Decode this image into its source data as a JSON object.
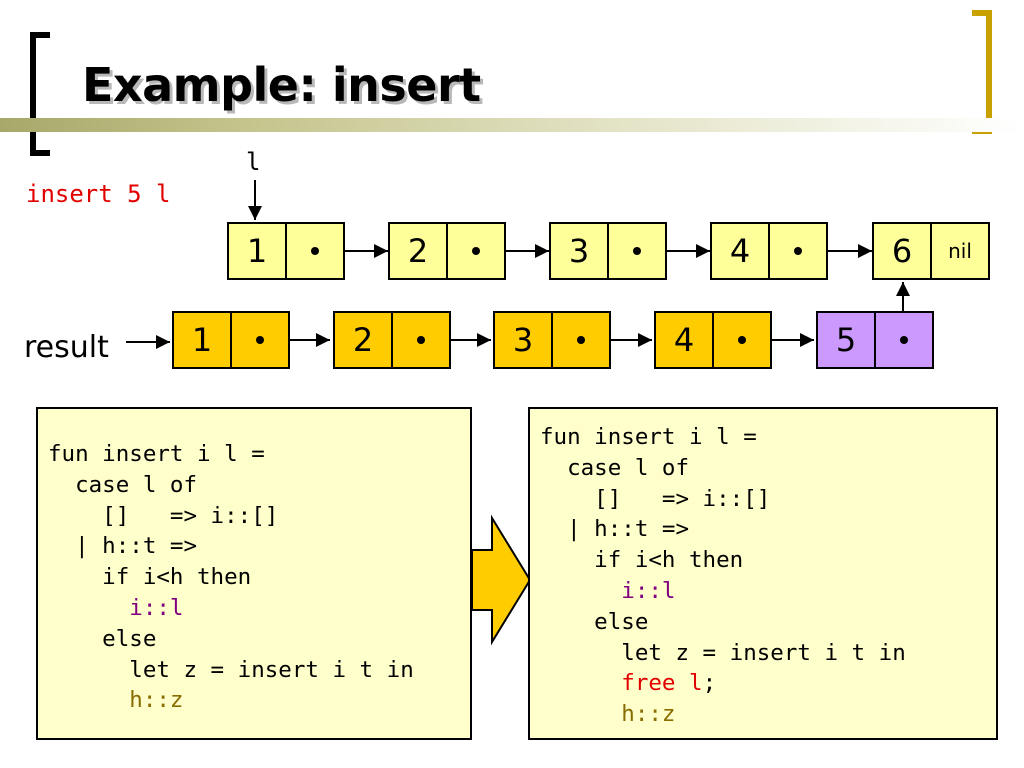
{
  "slide": {
    "title": "Example: insert",
    "caption": "insert 5 l",
    "pointer_label": "l",
    "result_label": "result"
  },
  "colors": {
    "bracket_left": "#000000",
    "bracket_right": "#c9a100",
    "original_node": "#ffff99",
    "result_node": "#ffcc00",
    "inserted_node": "#cc99ff",
    "code_background": "#ffffcc",
    "caption": "#e00000"
  },
  "list_original": {
    "nodes": [
      {
        "value": "1"
      },
      {
        "value": "2"
      },
      {
        "value": "3"
      },
      {
        "value": "4"
      },
      {
        "value": "6",
        "next_label": "nil"
      }
    ]
  },
  "list_result": {
    "nodes": [
      {
        "value": "1"
      },
      {
        "value": "2"
      },
      {
        "value": "3"
      },
      {
        "value": "4"
      },
      {
        "value": "5"
      }
    ]
  },
  "code_left": {
    "lines": [
      "fun insert i l =",
      "  case l of",
      "    []   => i::[]",
      "  | h::t =>",
      "    if i<h then",
      "      i::l",
      "    else",
      "      let z = insert i t in",
      "      h::z"
    ]
  },
  "code_right": {
    "lines": [
      "fun insert i l =",
      "  case l of",
      "    []   => i::[]",
      "  | h::t =>",
      "    if i<h then",
      "      i::l",
      "    else",
      "      let z = insert i t in",
      "      free l",
      ";",
      "      h::z"
    ]
  }
}
